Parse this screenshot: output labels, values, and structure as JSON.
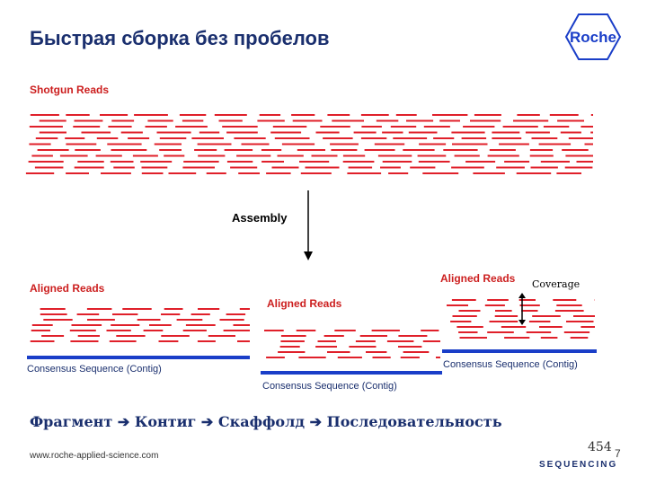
{
  "title": "Быстрая сборка без пробелов",
  "logo_text": "Roche",
  "shotgun_label": "Shotgun Reads",
  "assembly_label": "Assembly",
  "aligned_left_label": "Aligned Reads",
  "aligned_mid_label": "Aligned Reads",
  "aligned_right_label": "Aligned Reads",
  "consensus_left_label": "Consensus Sequence (Contig)",
  "consensus_mid_label": "Consensus Sequence (Contig)",
  "consensus_right_label": "Consensus Sequence (Contig)",
  "coverage_label": "Coverage",
  "caption": {
    "w1": "Фрагмент",
    "w2": "Контиг",
    "w3": "Скаффолд",
    "w4": "Последовательность"
  },
  "url": "www.roche-applied-science.com",
  "brand_number": "454",
  "brand_sequencing": "SEQUENCING",
  "page_number": "7",
  "colors": {
    "read": "#e0202a",
    "contig": "#1a3ec8",
    "title": "#1a2f6e"
  }
}
